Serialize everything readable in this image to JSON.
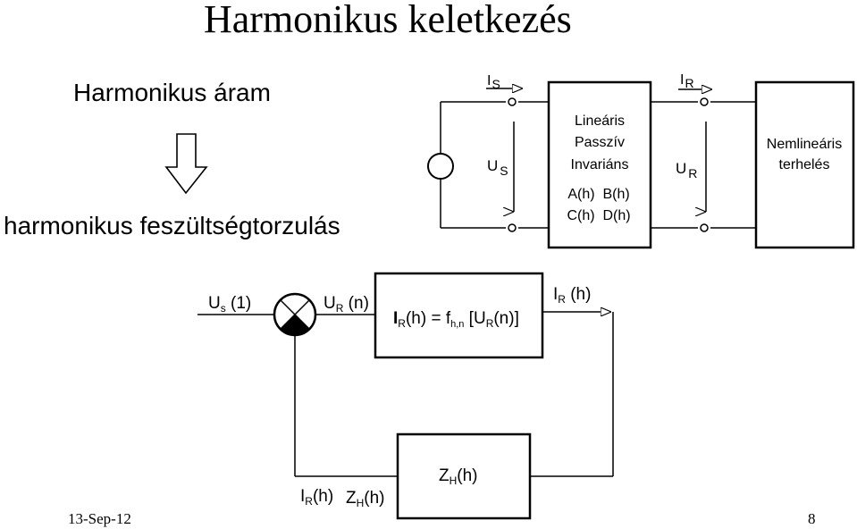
{
  "slide": {
    "title": "Harmonikus keletkezés",
    "cause_label": "Harmonikus áram",
    "effect_label": "harmonikus feszültségtorzulás",
    "date": "13-Sep-12",
    "page_number": "8"
  },
  "circuit": {
    "source_current": {
      "main": "I",
      "sub": "S"
    },
    "source_voltage": {
      "main": "U",
      "sub": "S"
    },
    "network_lines": [
      "Lineáris",
      "Passzív",
      "Invariáns"
    ],
    "network_params": [
      "A(h)  B(h)",
      "C(h)  D(h)"
    ],
    "load_current": {
      "main": "I",
      "sub": "R"
    },
    "load_voltage": {
      "main": "U",
      "sub": "R"
    },
    "load_lines": [
      "Nemlineáris",
      "terhelés"
    ]
  },
  "block_diagram": {
    "input": {
      "main": "U",
      "sub": "s",
      "tail": " (1)"
    },
    "summer_output": {
      "main": "U",
      "sub": "R",
      "tail": " (n)"
    },
    "function_block": {
      "lhs_main": "I",
      "lhs_sub": "R",
      "lhs_tail": "(h) = f",
      "f_sub": "h,n",
      "bracket_open": " [U",
      "arg_sub": "R",
      "arg_tail": "(n)]"
    },
    "output": {
      "main": "I",
      "sub": "R",
      "tail": " (h)"
    },
    "impedance_block": {
      "main": "Z",
      "sub": "H",
      "tail": "(h)"
    },
    "feedback_current": {
      "main": "I",
      "sub": "R",
      "tail": "(h)"
    },
    "feedback_impedance": {
      "main": "Z",
      "sub": "H",
      "tail": "(h)"
    }
  }
}
